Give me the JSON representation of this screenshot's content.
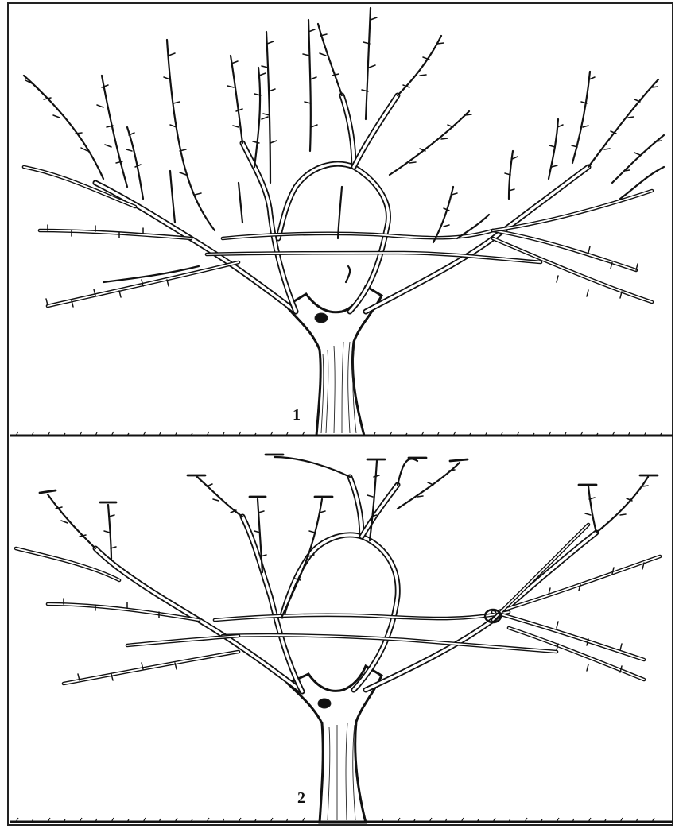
{
  "figure": {
    "panels": [
      {
        "number": "1",
        "state": "unpruned"
      },
      {
        "number": "2",
        "state": "pruned"
      }
    ]
  }
}
